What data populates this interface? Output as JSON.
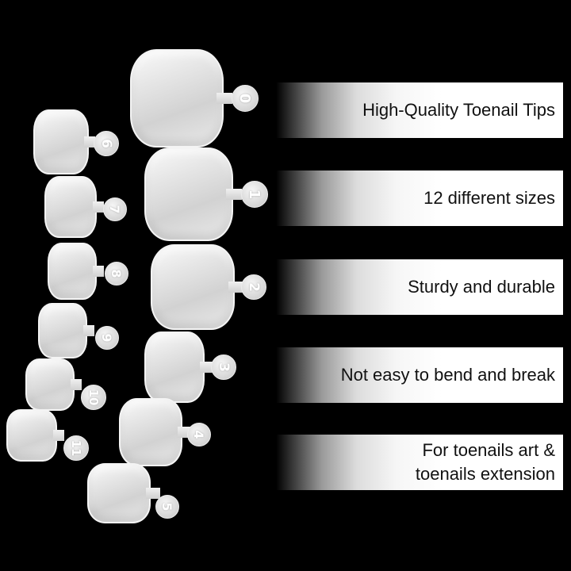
{
  "colors": {
    "background": "#000000",
    "bar_end": "#ffffff",
    "text": "#111111",
    "tip": "#dcdcdc",
    "tip_number": "#ffffff"
  },
  "tips": [
    {
      "number": "0"
    },
    {
      "number": "1"
    },
    {
      "number": "2"
    },
    {
      "number": "3"
    },
    {
      "number": "4"
    },
    {
      "number": "5"
    },
    {
      "number": "6"
    },
    {
      "number": "7"
    },
    {
      "number": "8"
    },
    {
      "number": "9"
    },
    {
      "number": "10"
    },
    {
      "number": "11"
    }
  ],
  "features": [
    {
      "text": "High-Quality Toenail Tips"
    },
    {
      "text": "12 different sizes"
    },
    {
      "text": "Sturdy and durable"
    },
    {
      "text": "Not easy to bend and break"
    },
    {
      "text": "For toenails art &\ntoenails extension"
    }
  ]
}
